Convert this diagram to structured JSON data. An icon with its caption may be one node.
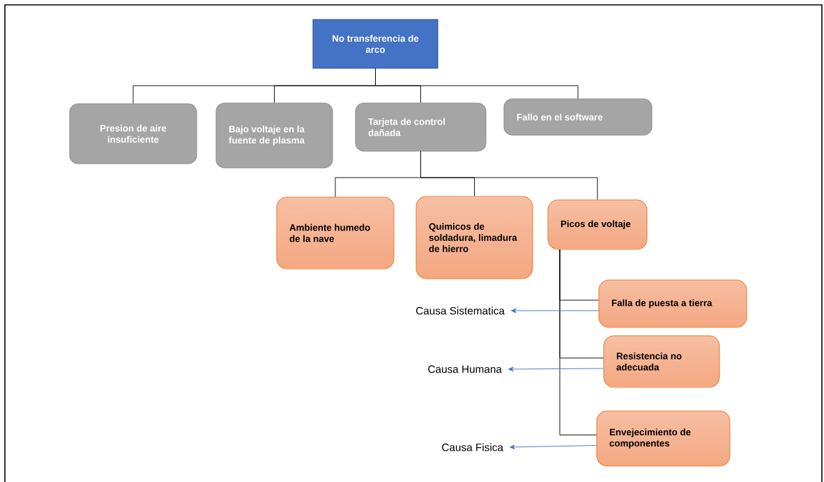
{
  "diagram": {
    "nodes": [
      {
        "text": [
          "No transferencia de arco"
        ]
      },
      {
        "text": [
          "Presion de aire insuficiente"
        ]
      },
      {
        "text": [
          "Bajo voltaje en la fuente de plasma"
        ]
      },
      {
        "text": [
          "Tarjeta de control dañada"
        ]
      },
      {
        "text": [
          "Fallo en el software"
        ]
      },
      {
        "text": [
          "Ambiente humedo de la nave"
        ]
      },
      {
        "text": [
          "Quimicos de soldadura, limadura de hierro"
        ]
      },
      {
        "text": [
          "Picos de voltaje"
        ]
      },
      {
        "text": [
          "Falla de puesta a tierra"
        ]
      },
      {
        "text": [
          "Resistencia no adecuada"
        ]
      },
      {
        "text": [
          "Envejecimiento de componentes"
        ]
      },
      {
        "text": [
          "Causa Sistematica"
        ]
      },
      {
        "text": [
          "Causa Humana"
        ]
      },
      {
        "text": [
          "Causa Fisica"
        ]
      }
    ],
    "edges": [
      {
        "from": 0,
        "to": 1,
        "arrow": "none"
      },
      {
        "from": 0,
        "to": 2,
        "arrow": "none"
      },
      {
        "from": 0,
        "to": 3,
        "arrow": "none"
      },
      {
        "from": 0,
        "to": 4,
        "arrow": "none"
      },
      {
        "from": 3,
        "to": 5,
        "arrow": "none"
      },
      {
        "from": 3,
        "to": 6,
        "arrow": "none"
      },
      {
        "from": 3,
        "to": 7,
        "arrow": "none"
      },
      {
        "from": 7,
        "to": 8,
        "arrow": "none"
      },
      {
        "from": 7,
        "to": 9,
        "arrow": "none"
      },
      {
        "from": 7,
        "to": 10,
        "arrow": "none"
      },
      {
        "from": 8,
        "to": 11,
        "arrow": "to",
        "color": "#4472c4"
      },
      {
        "from": 9,
        "to": 12,
        "arrow": "to",
        "color": "#4472c4"
      },
      {
        "from": 10,
        "to": 13,
        "arrow": "to",
        "color": "#4472c4"
      }
    ]
  }
}
